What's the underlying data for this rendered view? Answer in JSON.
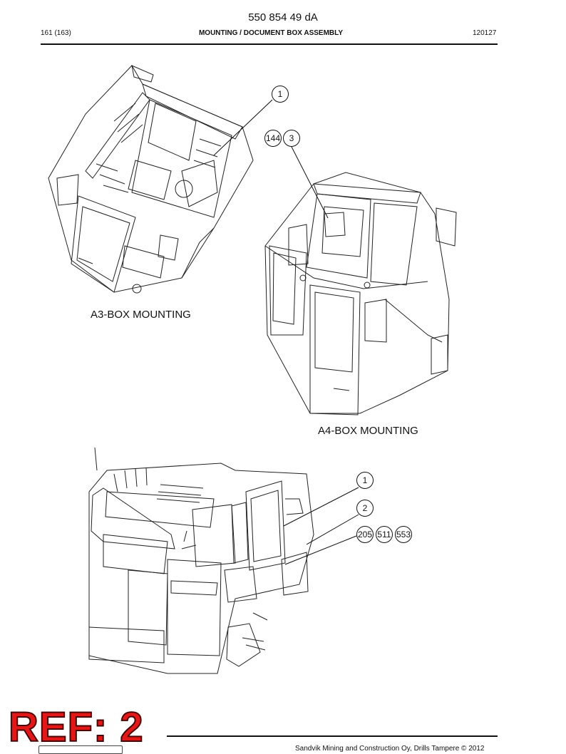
{
  "header": {
    "document_number": "550 854 49 dA",
    "page": "161 (163)",
    "title": "MOUNTING / DOCUMENT BOX ASSEMBLY",
    "code": "120127"
  },
  "captions": {
    "a3": "A3-BOX MOUNTING",
    "a4": "A4-BOX MOUNTING"
  },
  "callouts": {
    "c1": "1",
    "c144": "144",
    "c3": "3",
    "c1b": "1",
    "c2": "2",
    "c205": "205",
    "c511": "511",
    "c553": "553"
  },
  "stamp": "REF: 2",
  "footer": "Sandvik Mining and Construction Oy, Drills Tampere © 2012"
}
